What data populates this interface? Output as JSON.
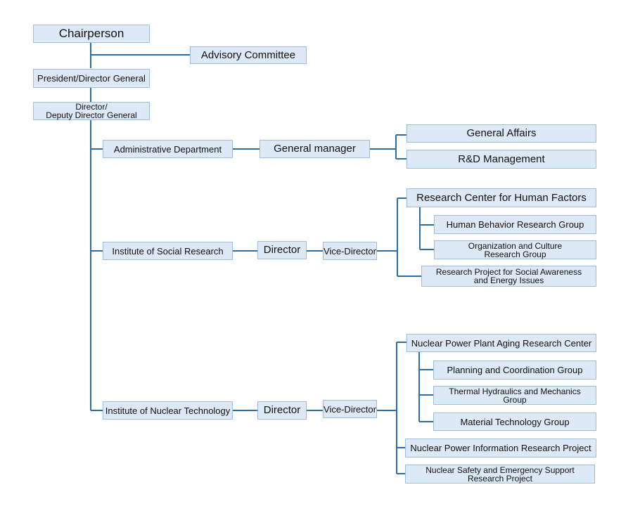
{
  "diagram": {
    "chairperson": "Chairperson",
    "advisory_committee": "Advisory Committee",
    "president": "President/Director General",
    "director_deputy": "Director/\nDeputy Director General",
    "admin": {
      "department": "Administrative Department",
      "general_manager": "General manager",
      "general_affairs": "General Affairs",
      "rd_management": "R&D Management"
    },
    "social": {
      "institute": "Institute of Social Research",
      "director": "Director",
      "vice_director": "Vice-Director",
      "human_factors_center": "Research Center for Human Factors",
      "human_behavior_group": "Human Behavior Research Group",
      "org_culture_group": "Organization and Culture\nResearch Group",
      "social_awareness_project": "Research Project for Social Awareness\nand Energy Issues"
    },
    "nuclear": {
      "institute": "Institute of Nuclear Technology",
      "director": "Director",
      "vice_director": "Vice-Director",
      "aging_center": "Nuclear Power Plant Aging Research Center",
      "planning_group": "Planning and Coordination Group",
      "thermal_group": "Thermal Hydraulics and Mechanics\nGroup",
      "material_group": "Material Technology Group",
      "information_project": "Nuclear Power Information Research Project",
      "safety_project": "Nuclear Safety and Emergency Support\nResearch Project"
    }
  },
  "colors": {
    "box_fill": "#dde9f6",
    "box_border": "#9ebcdb",
    "connector": "#2e6da4"
  }
}
